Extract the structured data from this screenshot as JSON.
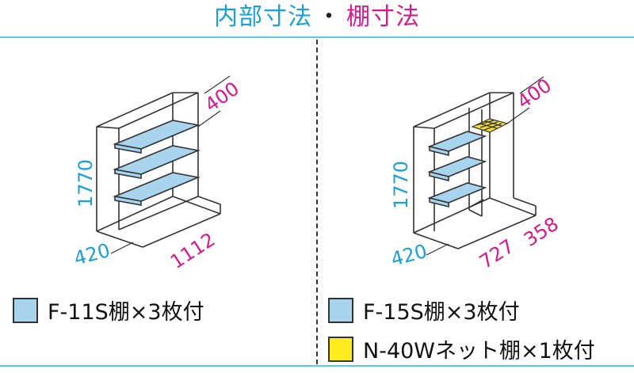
{
  "header": {
    "part1": "内部寸法",
    "separator": "・",
    "part2": "棚寸法"
  },
  "left": {
    "dims": {
      "height": "1770",
      "depth": "420",
      "width": "1112",
      "shelf_depth": "400"
    },
    "legend": {
      "label": "F-11S棚×3枚付",
      "color": "#a8d4ee"
    }
  },
  "right": {
    "dims": {
      "height": "1770",
      "depth": "420",
      "width_a": "727",
      "width_b": "358",
      "shelf_depth": "400"
    },
    "legend": [
      {
        "label": "F-15S棚×3枚付",
        "color": "#a8d4ee"
      },
      {
        "label": "N-40Wネット棚×1枚付",
        "color": "#ffec1f"
      }
    ]
  },
  "colors": {
    "accent_cyan": "#1aa0d6",
    "accent_magenta": "#d9188c",
    "rule": "#5bc8ef",
    "shelf": "#a8d4ee",
    "net_shelf": "#f6df2a"
  }
}
